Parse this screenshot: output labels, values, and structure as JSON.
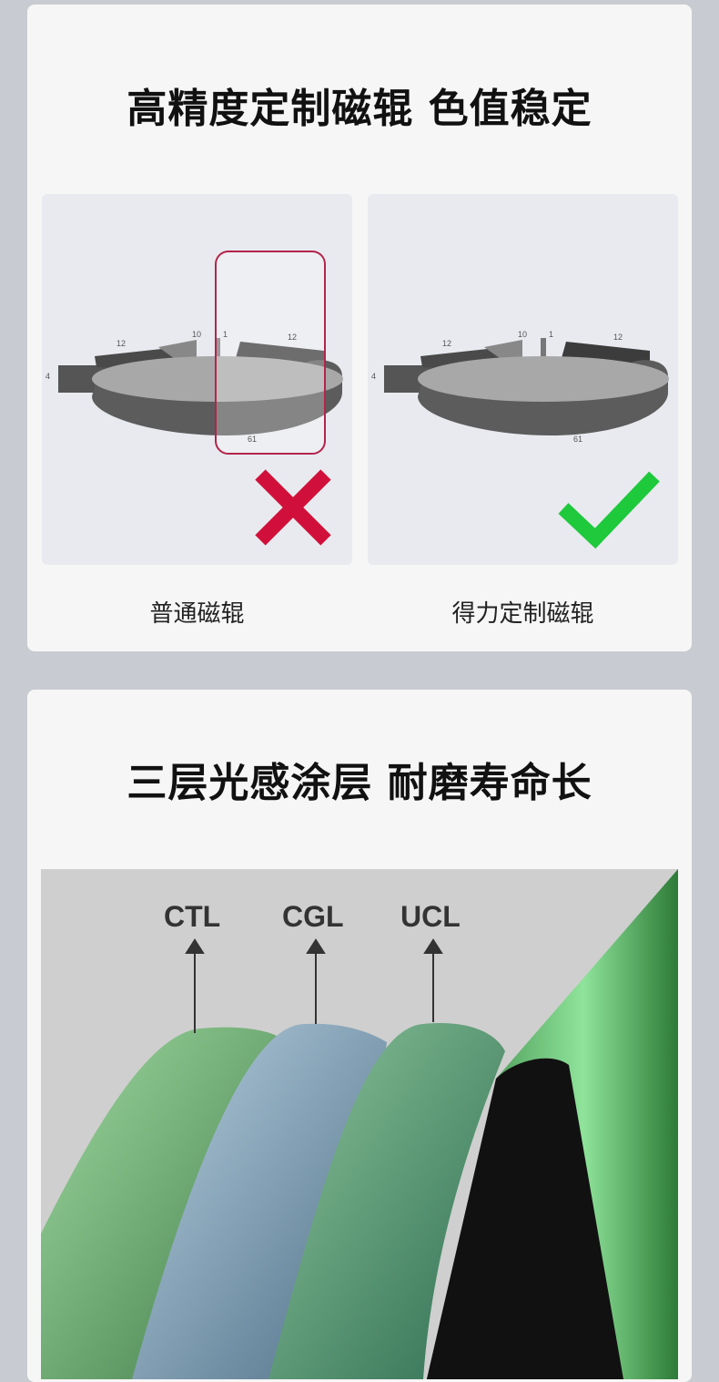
{
  "section1": {
    "title": "高精度定制磁辊 色值稳定",
    "left_caption": "普通磁辊",
    "right_caption": "得力定制磁辊",
    "chart_labels": [
      "12",
      "10",
      "1",
      "12",
      "4",
      "61"
    ],
    "left_verdict": "cross-icon",
    "right_verdict": "check-icon",
    "colors": {
      "cross": "#d0103a",
      "check": "#1ec93c",
      "highlight": "#b3244a"
    }
  },
  "section2": {
    "title": "三层光感涂层 耐磨寿命长",
    "layers": [
      "CTL",
      "CGL",
      "UCL"
    ]
  }
}
